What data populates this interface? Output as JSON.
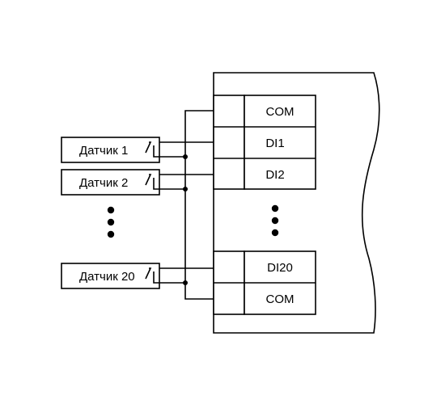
{
  "sensors": [
    {
      "label": "Датчик 1"
    },
    {
      "label": "Датчик 2"
    },
    {
      "label": "Датчик 20"
    }
  ],
  "terminals": [
    {
      "label": "COM"
    },
    {
      "label": "DI1"
    },
    {
      "label": "DI2"
    },
    {
      "label": "DI20"
    },
    {
      "label": "COM"
    }
  ]
}
